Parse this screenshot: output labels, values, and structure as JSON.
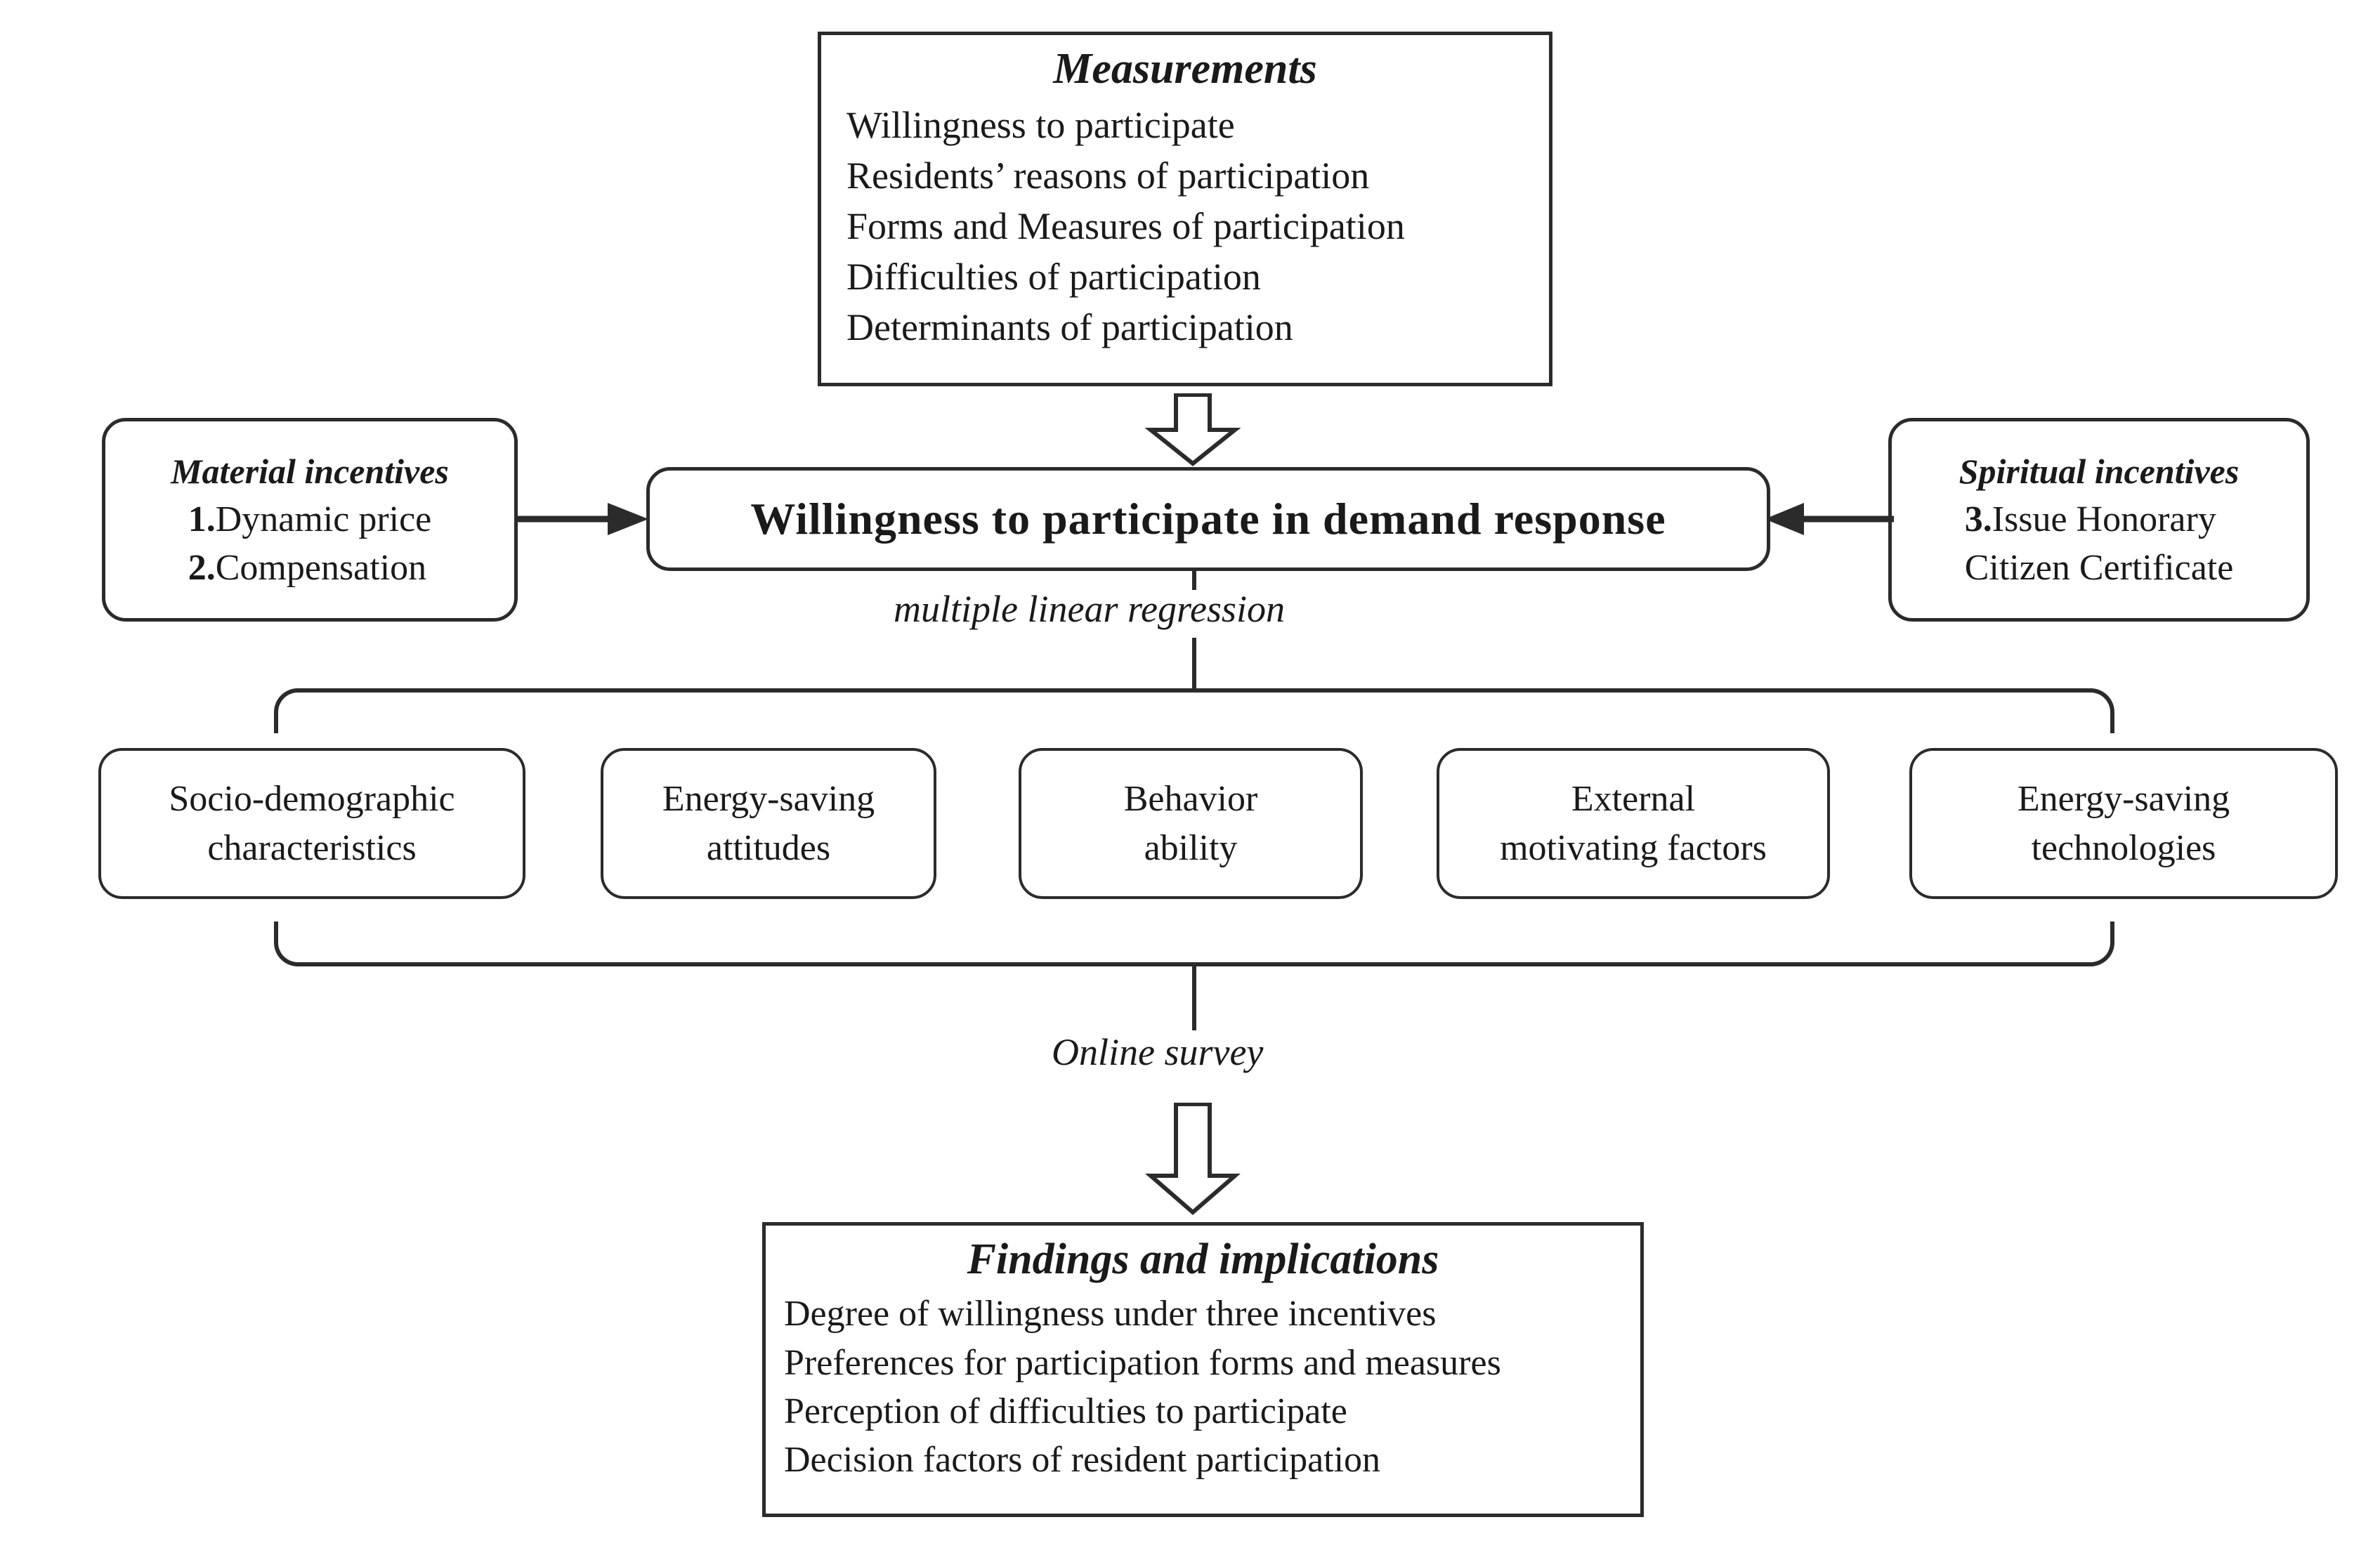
{
  "diagram": {
    "measurements": {
      "title": "Measurements",
      "lines": [
        "Willingness to participate",
        "Residents’ reasons of participation",
        "Forms and Measures of participation",
        "Difficulties of participation",
        "Determinants of participation"
      ]
    },
    "material_incentives": {
      "title": "Material incentives",
      "lines": [
        "1.Dynamic price",
        "2.Compensation"
      ],
      "numbers": [
        "1.",
        "2."
      ],
      "texts": [
        "Dynamic price",
        "Compensation"
      ]
    },
    "spiritual_incentives": {
      "title": "Spiritual incentives",
      "lines": [
        "3.Issue Honorary",
        "Citizen Certificate"
      ],
      "numbers": [
        "3.",
        ""
      ],
      "texts": [
        "Issue Honorary",
        "Citizen  Certificate"
      ]
    },
    "willingness": {
      "label": "Willingness  to  participate  in  demand  response"
    },
    "edge_labels": {
      "regression": "multiple linear regression",
      "survey": "Online survey"
    },
    "factors": [
      {
        "line1": "Socio-demographic",
        "line2": "characteristics"
      },
      {
        "line1": "Energy-saving",
        "line2": "attitudes"
      },
      {
        "line1": "Behavior",
        "line2": "ability"
      },
      {
        "line1": "External",
        "line2": "motivating factors"
      },
      {
        "line1": "Energy-saving",
        "line2": "technologies"
      }
    ],
    "findings": {
      "title": "Findings and implications",
      "lines": [
        "Degree  of willingness under three incentives",
        "Preferences for participation forms and measures",
        "Perception of difficulties to participate",
        "Decision factors of  resident participation"
      ]
    },
    "icons": {
      "hollow_down_arrow": "hollow-down-arrow-icon",
      "solid_right_arrow": "solid-right-arrow-icon",
      "solid_left_arrow": "solid-left-arrow-icon"
    },
    "colors": {
      "stroke": "#2b2b2b",
      "background": "#ffffff",
      "text": "#1a1a1a"
    }
  }
}
